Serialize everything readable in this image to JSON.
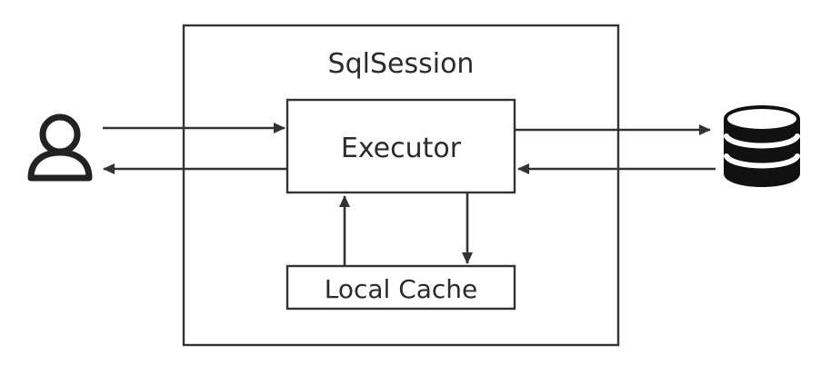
{
  "diagram": {
    "session_label": "SqlSession",
    "executor_label": "Executor",
    "cache_label": "Local Cache",
    "nodes": {
      "user": "user-icon",
      "database": "database-icon"
    },
    "colors": {
      "stroke": "#333333",
      "text": "#2b2b2b",
      "background": "#ffffff"
    }
  }
}
